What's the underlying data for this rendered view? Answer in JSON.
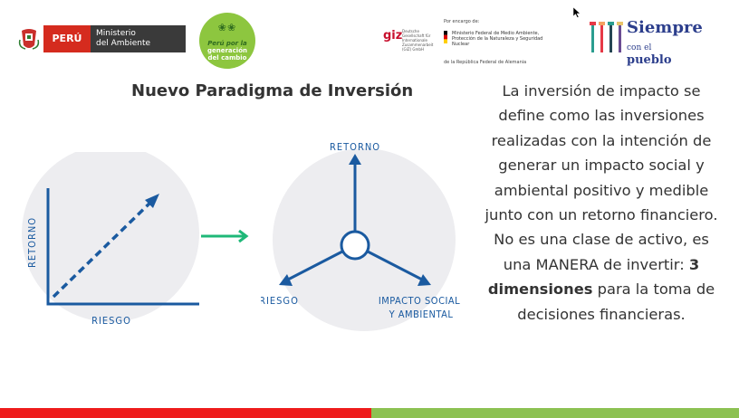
{
  "header": {
    "peru_badge": "PERÚ",
    "peru_ministry_line1": "Ministerio",
    "peru_ministry_line2": "del Ambiente",
    "gen_logo_line1": "Perú por la",
    "gen_logo_line2": "generación",
    "gen_logo_line3": "del cambio",
    "giz_logo": "giz",
    "giz_sub": "Deutsche Gesellschaft für Internationale Zusammenarbeit (GIZ) GmbH",
    "bmu_head": "Por encargo de:",
    "bmu_text": "Ministerio Federal de Medio Ambiente, Protección de la Naturaleza y Seguridad Nuclear",
    "bmu_foot": "de la República Federal de Alemania",
    "siempre_line1": "Siempre",
    "siempre_line2_small": "con el",
    "siempre_line2_big": "pueblo"
  },
  "slide": {
    "title": "Nuevo Paradigma de Inversión",
    "graph1": {
      "y_label": "RETORNO",
      "x_label": "RIESGO"
    },
    "graph2": {
      "top_label": "RETORNO",
      "left_label": "RIESGO",
      "right_label_line1": "IMPACTO SOCIAL",
      "right_label_line2": "Y AMBIENTAL"
    },
    "body_text": {
      "part1": "La inversión de impacto se define como las inversiones realizadas con la intención de generar un impacto social y ambiental positivo y medible junto con un retorno financiero. No es una clase de activo, es una MANERA de invertir: ",
      "bold": "3 dimensiones",
      "part2": " para la toma de decisiones financieras."
    }
  },
  "colors": {
    "diagram_blue": "#1a5aa0",
    "circle_bg": "#ededf0",
    "arrow_green": "#1fb878",
    "bar_red": "#ee1c1c",
    "bar_green": "#8cc152",
    "siempre_blue": "#2c3e8c",
    "peru_red": "#d52b1e"
  },
  "icons": {
    "peru_crest": "peru-crest-icon",
    "german_flag": "german-flag-icon",
    "siempre_figures": "siempre-figures-icon",
    "cursor": "mouse-cursor-icon"
  }
}
